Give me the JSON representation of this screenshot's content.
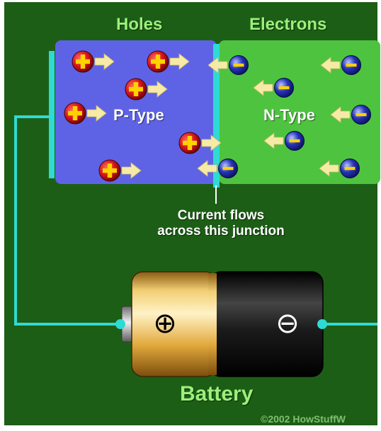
{
  "labels": {
    "holes": "Holes",
    "electrons": "Electrons",
    "p_type": "P-Type",
    "n_type": "N-Type",
    "junction_line1": "Current flows",
    "junction_line2": "across this junction",
    "battery": "Battery",
    "copyright": "©2002 HowStuffW"
  },
  "battery_terminals": {
    "positive": "⊕",
    "negative": "⊖"
  },
  "colors": {
    "background": "#1d5e16",
    "p_region": "#5e63e6",
    "n_region": "#4ec33f",
    "wire": "#2fd9d4",
    "label_green": "#9cf07a",
    "hole_red": "#d3141c",
    "hole_plus": "#ffd200",
    "electron_blue": "#2633b8",
    "arrow": "#f6eaa6",
    "battery_gold": "#e9b94c",
    "battery_black": "#121212",
    "copyright": "#7fbf6f"
  },
  "icons": {
    "hole": "hole-plus-icon",
    "electron": "electron-minus-icon"
  }
}
